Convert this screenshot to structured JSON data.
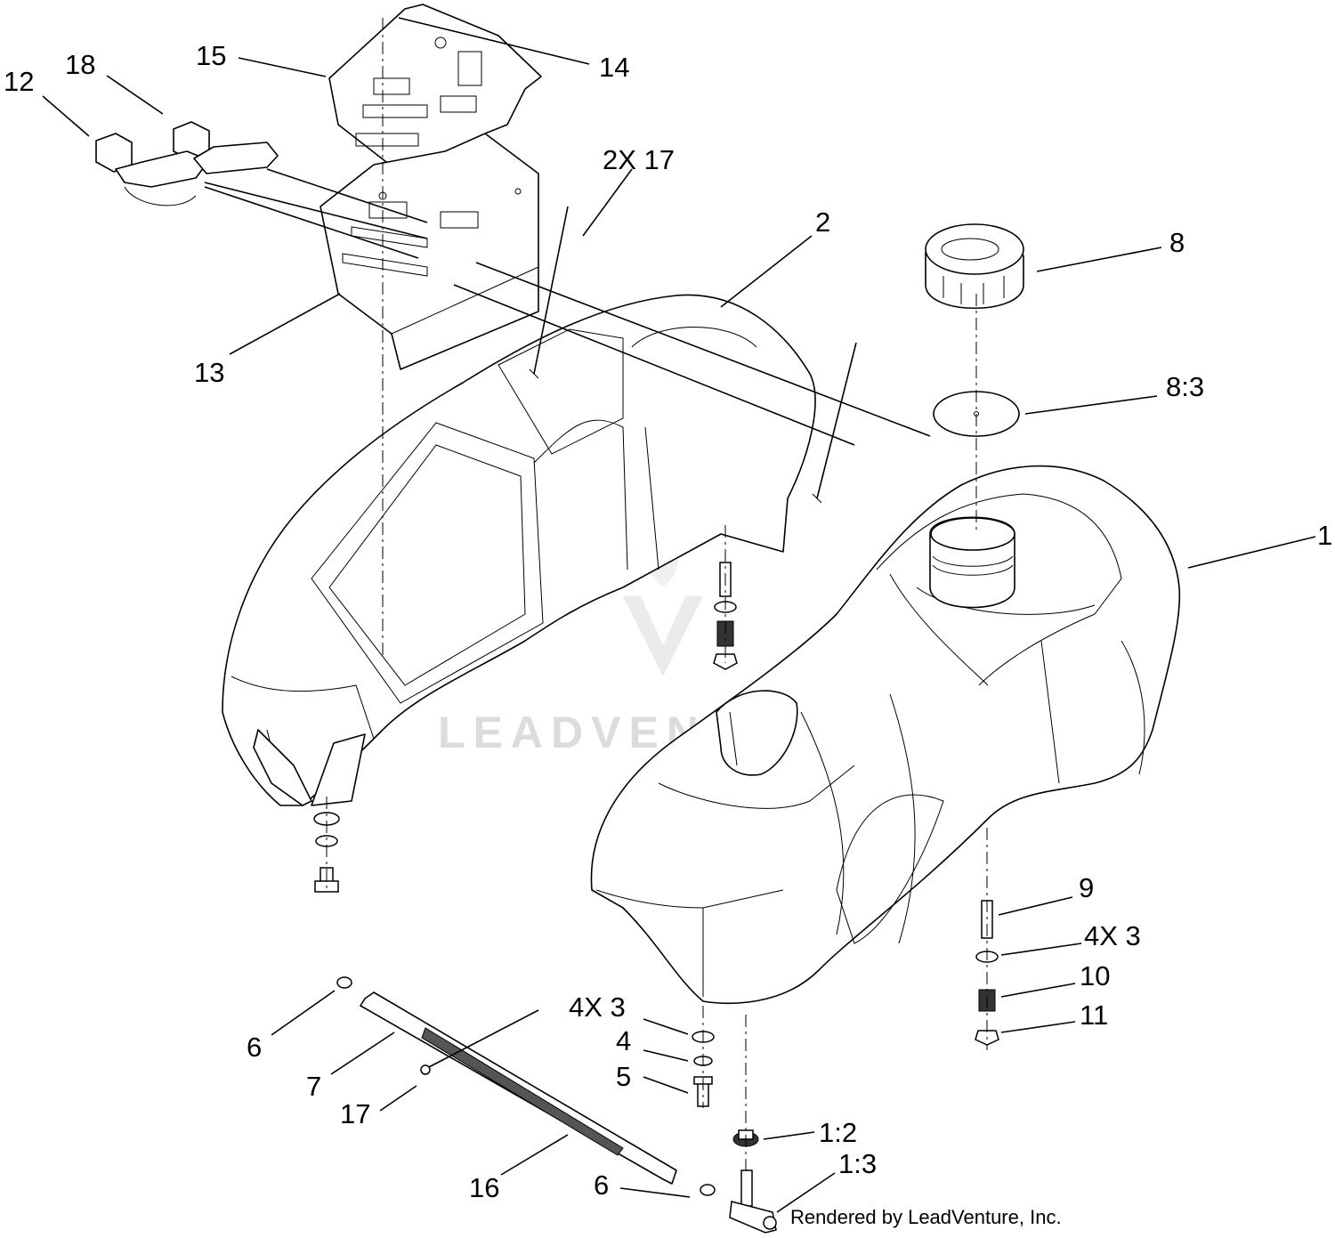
{
  "callouts": {
    "c1": "1",
    "c2": "2",
    "c8": "8",
    "c8_3": "8:3",
    "c9": "9",
    "c4x3_right": "4X 3",
    "c10": "10",
    "c11": "11",
    "c12": "12",
    "c18": "18",
    "c15": "15",
    "c14": "14",
    "c13": "13",
    "c2x17": "2X 17",
    "c6_top": "6",
    "c7": "7",
    "c17": "17",
    "c16": "16",
    "c6_bottom": "6",
    "c4x3_left": "4X 3",
    "c4": "4",
    "c5": "5",
    "c1_2": "1:2",
    "c1_3": "1:3"
  },
  "credit": "Rendered by LeadVenture, Inc.",
  "watermark": "LEADVENTURE"
}
